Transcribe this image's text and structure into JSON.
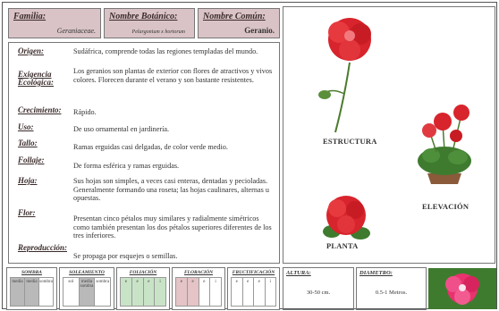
{
  "header": {
    "familia_label": "Familia:",
    "familia_value": "Geraniaceae.",
    "botanico_label": "Nombre Botánico:",
    "botanico_value": "Pelargonium x hortorum",
    "comun_label": "Nombre Común:",
    "comun_value": "Geranio."
  },
  "fields": [
    {
      "label": "Origen:",
      "value": "Sudáfrica, comprende todas las regiones templadas del mundo."
    },
    {
      "label": "Exigencia Ecológica:",
      "value": "Los geranios son plantas de exterior con flores de atractivos y vivos colores. Florecen durante el verano y son bastante resistentes."
    },
    {
      "label": "Crecimiento:",
      "value": "Rápido."
    },
    {
      "label": "Uso:",
      "value": "De uso ornamental en jardinería."
    },
    {
      "label": "Tallo:",
      "value": "Ramas erguidas casi delgadas, de color verde medio."
    },
    {
      "label": "Follaje:",
      "value": "De forma esférica y ramas erguidas."
    },
    {
      "label": "Hoja:",
      "value": "Sus hojas son simples, a veces casi enteras, dentadas y pecioladas. Generalmente formando una roseta; las hojas caulinares, alternas u opuestas."
    },
    {
      "label": "Flor:",
      "value": "Presentan cinco pétalos muy similares y radialmente simétricos como también presentan los dos pétalos superiores diferentes de los tres inferiores."
    },
    {
      "label": "Reproducción:",
      "value": "Se propaga por esquejes o semillas."
    }
  ],
  "captions": {
    "estructura": "ESTRUCTURA",
    "elevacion": "ELEVACIÓN",
    "planta": "PLANTA"
  },
  "bottom": {
    "sombra": {
      "title": "SOMBRA",
      "cells": [
        "media",
        "media",
        "sombra"
      ]
    },
    "soleamiento": {
      "title": "SOLEAMIENTO",
      "cells": [
        "sol",
        "media sombra",
        "sombra"
      ]
    },
    "foliacion": {
      "title": "FOLIACIÓN",
      "cells": [
        "e",
        "e",
        "e",
        "i"
      ]
    },
    "floracion": {
      "title": "FLORACIÓN",
      "cells": [
        "e",
        "e",
        "e",
        "i"
      ]
    },
    "fructificacion": {
      "title": "FRUCTIFICACIÓN",
      "cells": [
        "e",
        "e",
        "e",
        "i"
      ]
    },
    "altura_label": "ALTURA:",
    "altura_value": "30-50 cm.",
    "diametro_label": "DIAMETRO:",
    "diametro_value": "0.5-1 Metros."
  },
  "colors": {
    "header_bg": "#d9c3c6",
    "flower_red": "#d8242c",
    "leaf_green": "#3f7b2f"
  }
}
